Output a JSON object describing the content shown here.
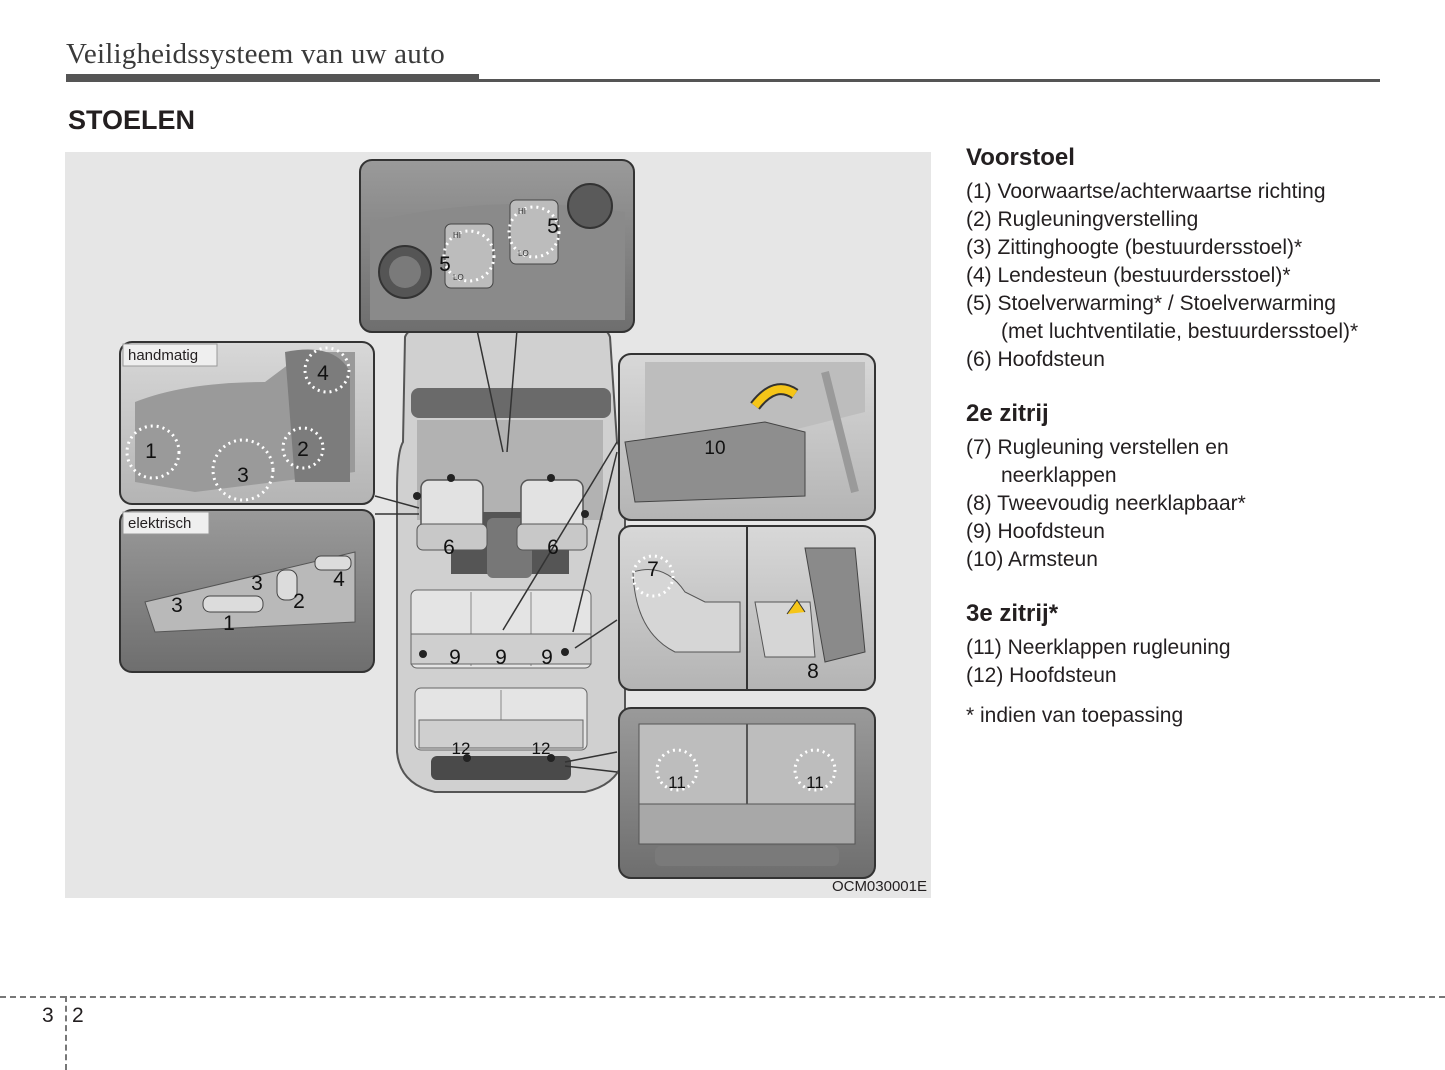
{
  "header": {
    "chapter_title": "Veiligheidssysteem van uw auto"
  },
  "section": {
    "heading": "STOELEN"
  },
  "figure": {
    "code": "OCM030001E",
    "label_manual": "handmatig",
    "label_electric": "elektrisch",
    "callouts": {
      "n1": "1",
      "n2": "2",
      "n3": "3",
      "n4": "4",
      "n5": "5",
      "n6": "6",
      "n7": "7",
      "n8": "8",
      "n9": "9",
      "n10": "10",
      "n11": "11",
      "n12": "12"
    },
    "heater_hi": "HI",
    "heater_lo": "LO"
  },
  "legend": {
    "front": {
      "title": "Voorstoel",
      "items": [
        "(1) Voorwaartse/achterwaartse richting",
        "(2) Rugleuningverstelling",
        "(3) Zittinghoogte (bestuurdersstoel)*",
        "(4) Lendesteun (bestuurdersstoel)*",
        "(5) Stoelverwarming* / Stoelverwarming",
        "(met luchtventilatie, bestuurdersstoel)*",
        "(6) Hoofdsteun"
      ]
    },
    "second": {
      "title": "2e zitrij",
      "items": [
        "(7) Rugleuning verstellen en",
        "neerklappen",
        "(8) Tweevoudig neerklapbaar*",
        "(9) Hoofdsteun",
        "(10) Armsteun"
      ]
    },
    "third": {
      "title": "3e zitrij*",
      "items": [
        "(11) Neerklappen rugleuning",
        "(12) Hoofdsteun"
      ]
    },
    "footnote": "* indien van toepassing"
  },
  "footer": {
    "chapter": "3",
    "page": "2"
  }
}
